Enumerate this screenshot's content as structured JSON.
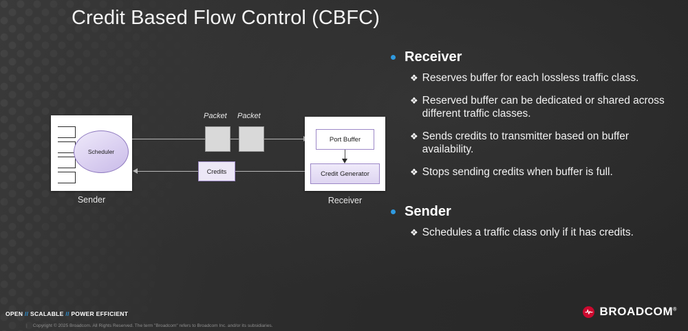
{
  "slide": {
    "title": "Credit Based Flow Control (CBFC)"
  },
  "diagram": {
    "sender": {
      "caption": "Sender",
      "scheduler_label": "Scheduler",
      "queue_count": 4
    },
    "packets": [
      {
        "label": "Packet"
      },
      {
        "label": "Packet"
      }
    ],
    "credits": {
      "label": "Credits"
    },
    "receiver": {
      "caption": "Receiver",
      "port_buffer_label": "Port Buffer",
      "credit_generator_label": "Credit Generator"
    },
    "flows": {
      "data_direction": "right",
      "credit_direction": "left"
    },
    "colors": {
      "purple_border": "#9c87c7",
      "purple_fill": "#ece7f6",
      "packet_fill": "#d9d9d9",
      "wire": "#b8b8b8"
    }
  },
  "bullets": {
    "groups": [
      {
        "title": "Receiver",
        "items": [
          "Reserves buffer for each lossless traffic class.",
          "Reserved buffer can be dedicated or shared across different traffic classes.",
          "Sends credits to transmitter based on buffer availability.",
          "Stops sending credits when buffer is full."
        ]
      },
      {
        "title": "Sender",
        "items": [
          "Schedules a traffic class only if it has credits."
        ]
      }
    ],
    "bullet_color": "#2f9ae0",
    "sub_bullet_glyph": "❖"
  },
  "footer": {
    "tagline_parts": [
      "OPEN",
      "SCALABLE",
      "POWER EFFICIENT"
    ],
    "separator": "//",
    "copyright": "Copyright © 2025 Broadcom.  All Rights Reserved. The term \"Broadcom\" refers to Broadcom Inc. and/or its subsidiaries.",
    "brand_name": "BROADCOM",
    "brand_trademark": "®",
    "brand_color": "#cc092f"
  }
}
